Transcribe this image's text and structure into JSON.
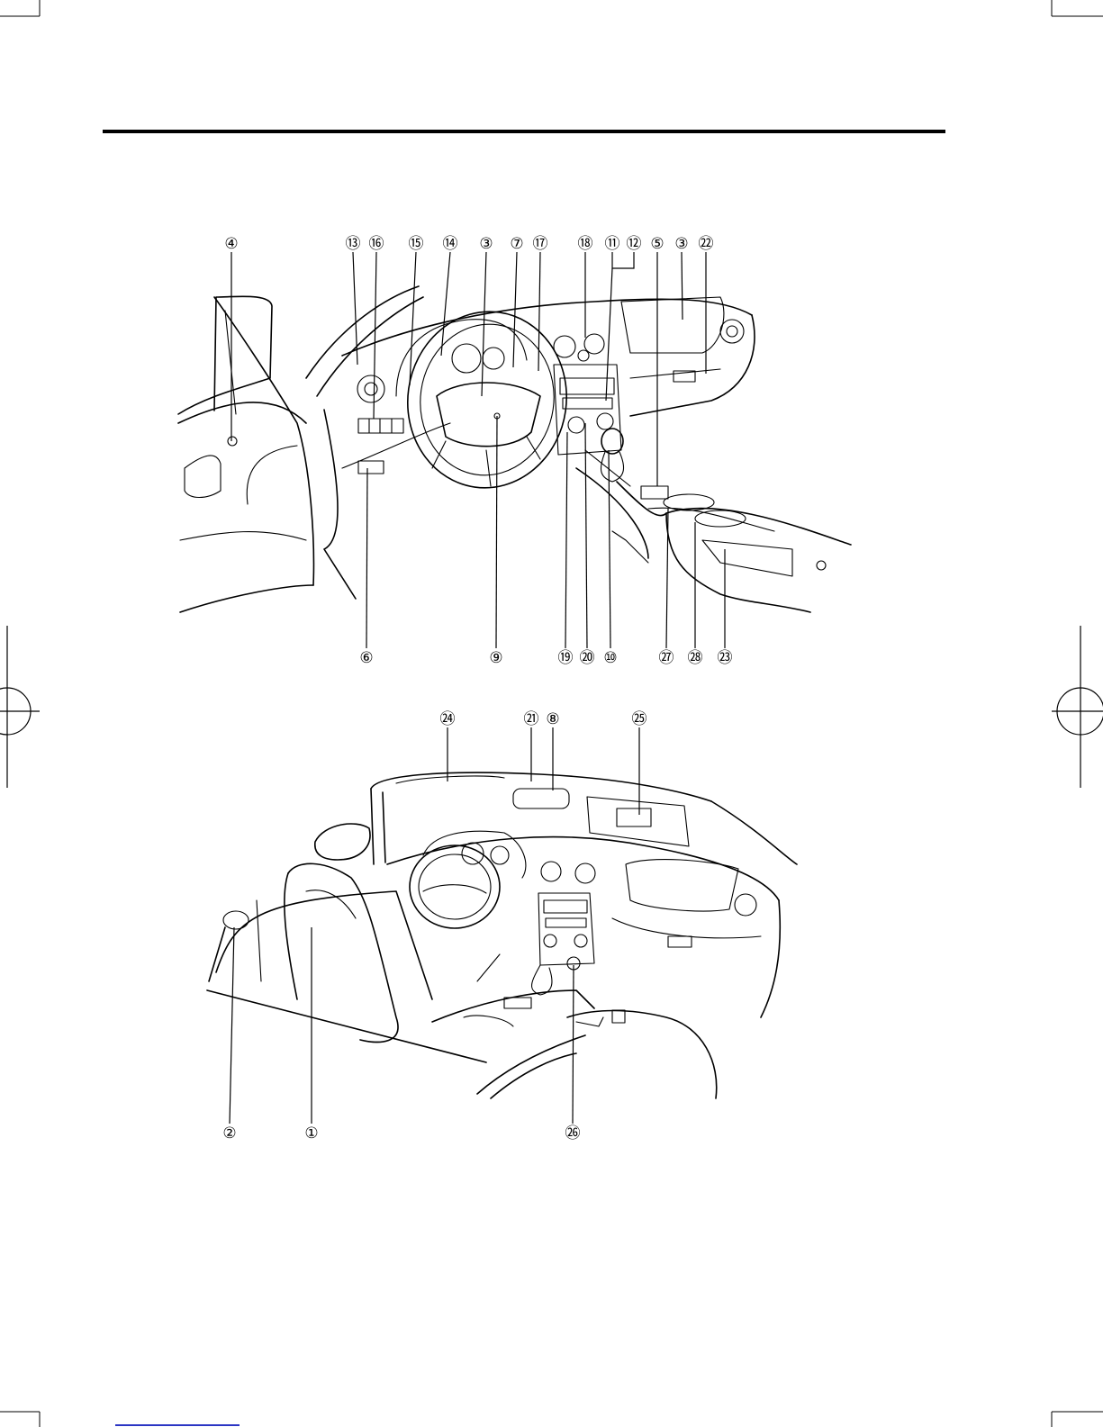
{
  "upper_callouts": [
    "④",
    "⑬",
    "⑯",
    "⑮",
    "⑭",
    "③",
    "⑦",
    "⑰",
    "⑱",
    "⑪",
    "⑫",
    "⑤",
    "③",
    "㉒"
  ],
  "upper_bottom_callouts": [
    "⑥",
    "⑨",
    "⑲",
    "⑳",
    "⑩",
    "㉗",
    "㉘",
    "㉓"
  ],
  "lower_top_callouts": [
    "㉔",
    "㉑",
    "⑧",
    "㉕"
  ],
  "lower_bottom_callouts": [
    "②",
    "①",
    "㉖"
  ],
  "colors": {
    "ink": "#000000",
    "paper": "#ffffff",
    "footer_link": "#2b35c4"
  }
}
